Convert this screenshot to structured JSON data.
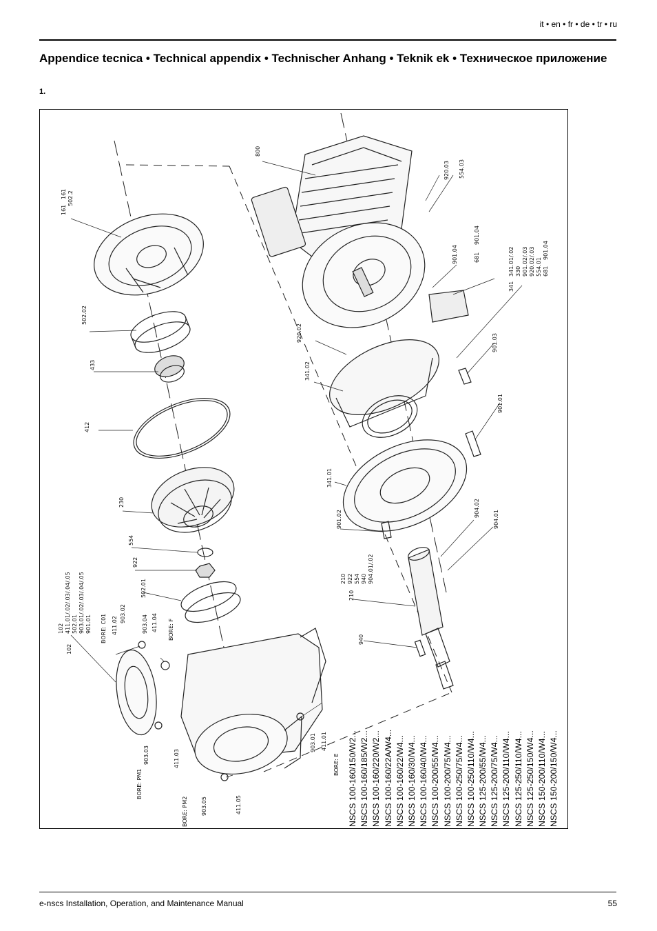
{
  "header": {
    "languages": "it • en • fr • de • tr • ru"
  },
  "title": "Appendice tecnica • Technical appendix • Technischer Anhang • Teknik ek • Техническое приложение",
  "figure_number": "1.",
  "labels": {
    "l800": "800",
    "l920_03": "920.03",
    "l554_03": "554.03",
    "l161": "161",
    "l502_2": "502.2",
    "l161_group": "161",
    "l901_04": "901.04",
    "l681": "681",
    "l901_04b": "901.04",
    "l341_list": "341.01/.02",
    "l330": "330",
    "l901_list": "901.02/.03",
    "l920_list": "920.02/.03",
    "l554_01": "554.01",
    "l681b": "681",
    "l901_04c": "901.04",
    "l341": "341",
    "l502_02": "502.02",
    "l433": "433",
    "l920_02": "920.02",
    "l341_02": "341.02",
    "l901_03": "901.03",
    "l412": "412",
    "l901_01": "901.01",
    "l341_01": "341.01",
    "l230": "230",
    "l901_02": "901.02",
    "l904_02": "904.02",
    "l904_01": "904.01",
    "l554": "554",
    "l922": "922",
    "l502_01": "502.01",
    "l210_1": "210",
    "l922b": "922",
    "l554b": "554",
    "l940b": "940",
    "l904_list": "904.01/.02",
    "l210": "210",
    "l102_1": "102",
    "l411_list": "411.01/.02/.03/.04/.05",
    "l502_01b": "502.01",
    "l903_list": "903.01/.02/.03/.04/.05",
    "l901_01b": "901.01",
    "l102": "102",
    "l940": "940",
    "l903_02": "903.02",
    "l411_02": "411.02",
    "l903_04": "903.04",
    "l411_04": "411.04",
    "bore_c01": "BORE: C01",
    "bore_f": "BORE: F",
    "bore_pm1": "BORE: PM1",
    "l903_03": "903.03",
    "l411_03": "411.03",
    "bore_pm2": "BORE: PM2",
    "l903_05": "903.05",
    "l411_05": "411.05",
    "l903_01": "903.01",
    "l411_01": "411.01",
    "bore_e": "BORE: E"
  },
  "models": [
    "NSCS 100-160/150/W2...",
    "NSCS 100-160/185/W2...",
    "NSCS 100-160/220/W2...",
    "NSCS 100-160/22A/W4...",
    "NSCS 100-160/22/W4...",
    "NSCS 100-160/30/W4...",
    "NSCS 100-160/40/W4...",
    "NSCS 100-200/55/W4...",
    "NSCS 100-200/75/W4...",
    "NSCS 100-250/75/W4...",
    "NSCS 100-250/110/W4...",
    "NSCS 125-200/55/W4...",
    "NSCS 125-200/75/W4...",
    "NSCS 125-200/110/W4...",
    "NSCS 125-250/110/W4...",
    "NSCS 125-250/150/W4...",
    "NSCS 150-200/110/W4...",
    "NSCS 150-200/150/W4..."
  ],
  "footer": {
    "manual_title": "e-nscs Installation, Operation, and Maintenance Manual",
    "page_number": "55"
  }
}
